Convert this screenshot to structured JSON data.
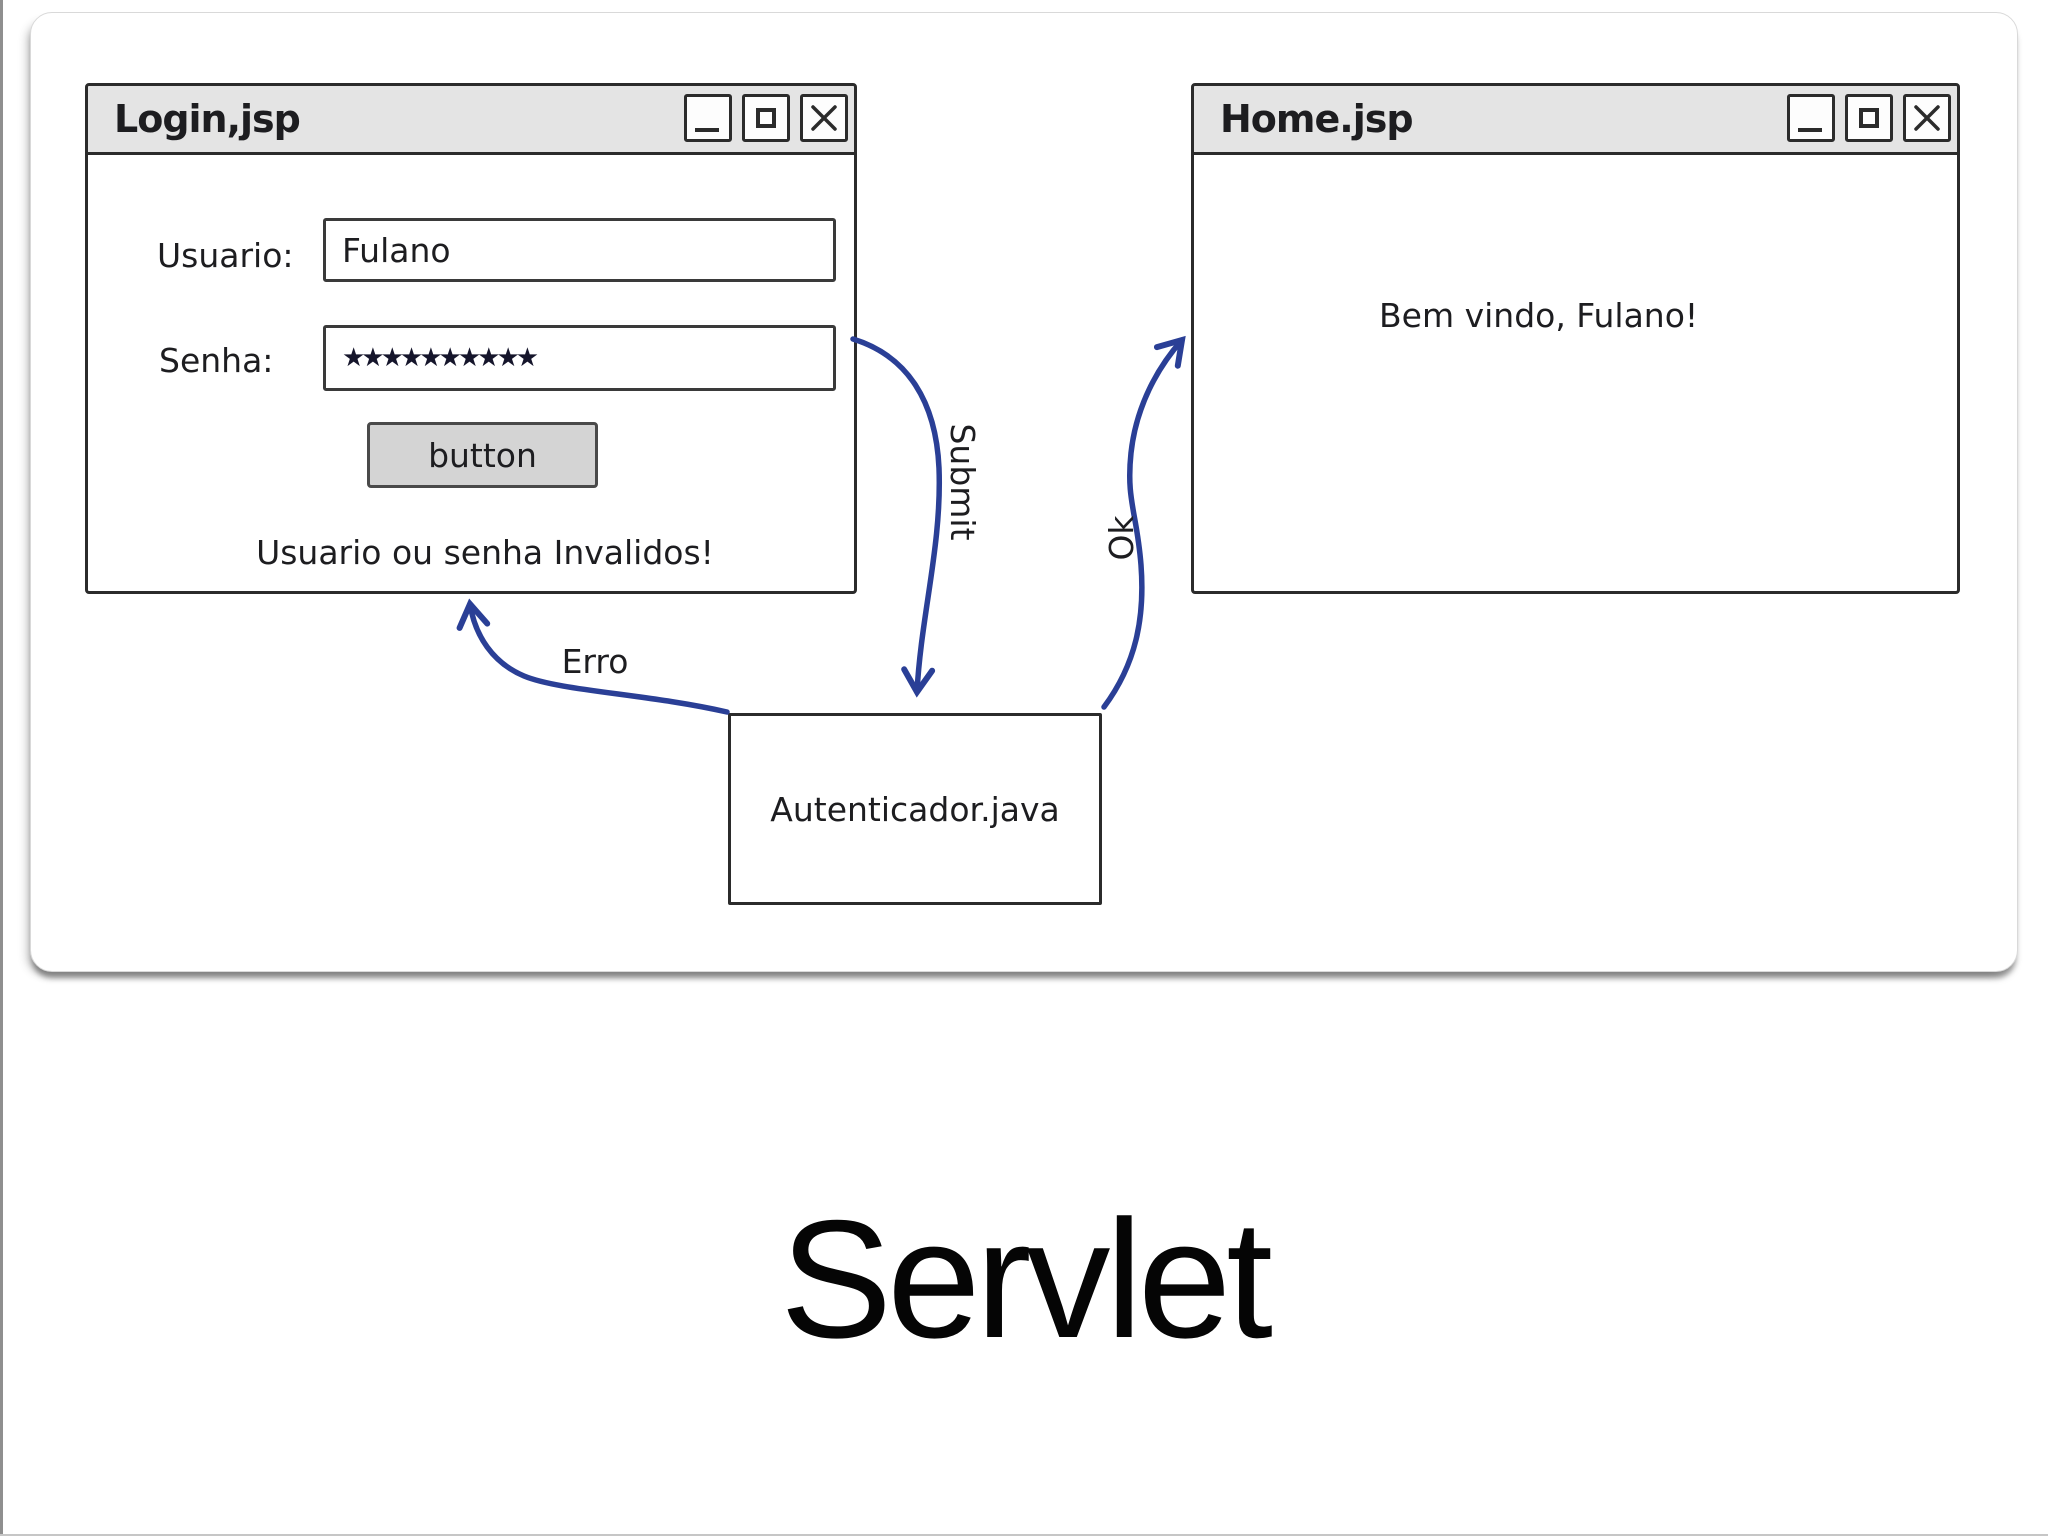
{
  "slide_title": "Servlet",
  "login_window": {
    "title": "Login,jsp",
    "username_label": "Usuario:",
    "username_value": "Fulano",
    "password_label": "Senha:",
    "password_value": "★★★★★★★★★★",
    "button_label": "button",
    "error_message": "Usuario ou senha Invalidos!"
  },
  "home_window": {
    "title": "Home.jsp",
    "welcome_message": "Bem vindo, Fulano!"
  },
  "servlet_box": {
    "label": "Autenticador.java"
  },
  "arrows": {
    "submit_label": "Submit",
    "ok_label": "Ok",
    "error_label": "Erro"
  },
  "colors": {
    "arrow_blue": "#2a3f96",
    "titlebar_gray": "#e4e4e4",
    "button_gray": "#d4d4d4"
  }
}
